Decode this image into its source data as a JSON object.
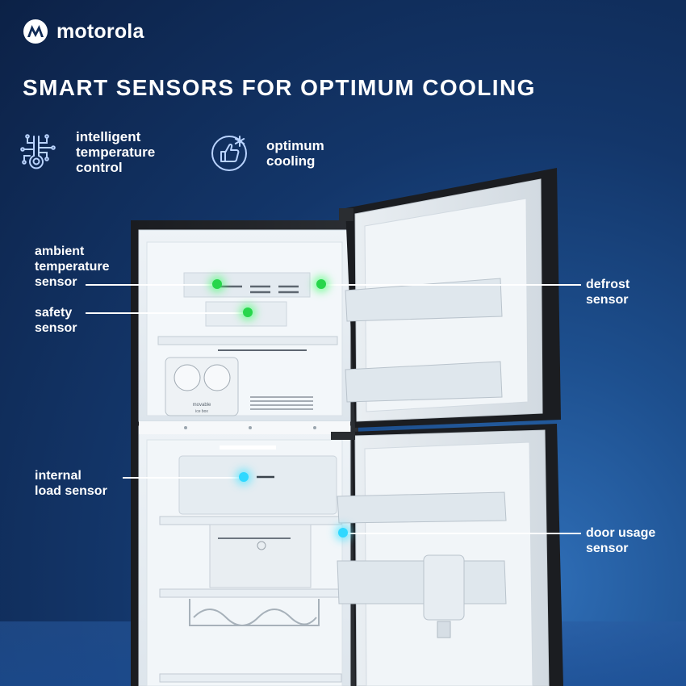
{
  "brand": {
    "name": "motorola",
    "logo_icon": "motorola-batwing-logo"
  },
  "headline": "SMART SENSORS FOR OPTIMUM COOLING",
  "features": [
    {
      "icon": "thermometer-circuit-icon",
      "lines": [
        "intelligent",
        "temperature",
        "control"
      ]
    },
    {
      "icon": "thumbs-up-snowflake-icon",
      "lines": [
        "optimum",
        "cooling"
      ]
    }
  ],
  "callouts": {
    "ambient": {
      "lines": [
        "ambient",
        "temperature",
        "sensor"
      ],
      "indicator_color": "#27d64b"
    },
    "safety": {
      "lines": [
        "safety",
        "sensor"
      ],
      "indicator_color": "#27d64b"
    },
    "defrost": {
      "lines": [
        "defrost",
        "sensor"
      ],
      "indicator_color": "#27d64b"
    },
    "internal_load": {
      "lines": [
        "internal",
        "load sensor"
      ],
      "indicator_color": "#2fd8ff"
    },
    "door_usage": {
      "lines": [
        "door usage",
        "sensor"
      ],
      "indicator_color": "#2fd8ff"
    }
  },
  "fridge": {
    "ice_tray_label_1": "movable",
    "ice_tray_label_2": "ice box"
  },
  "colors": {
    "background_dark": "#0c2146",
    "background_light": "#2f6fb8",
    "text": "#ffffff"
  }
}
